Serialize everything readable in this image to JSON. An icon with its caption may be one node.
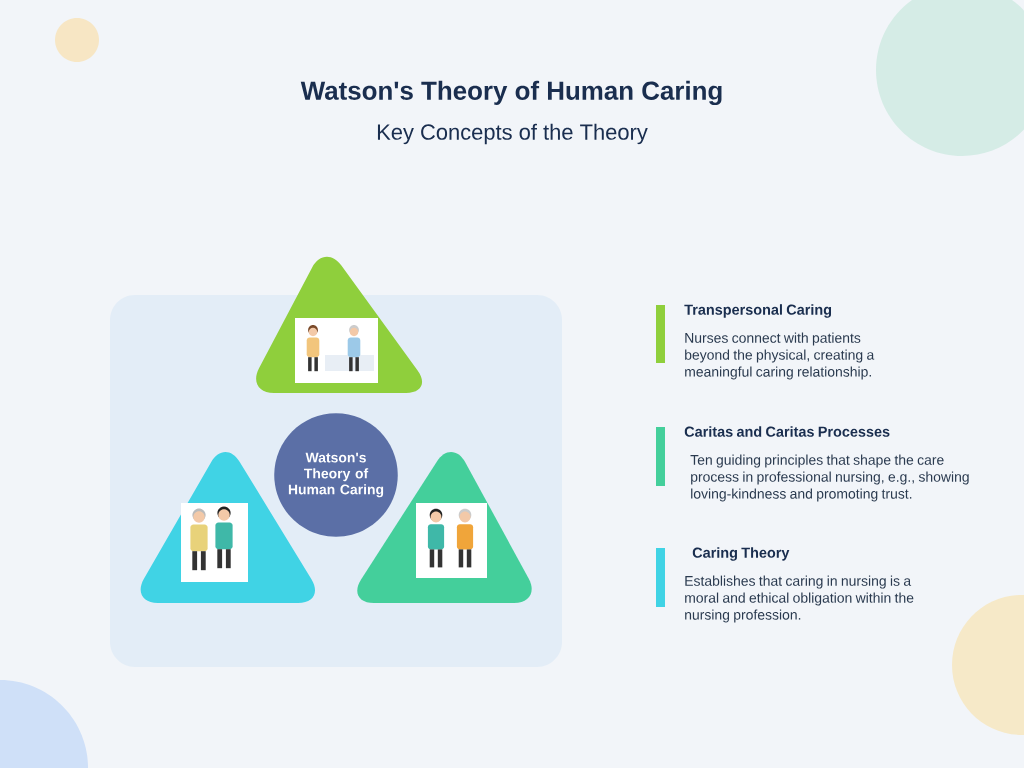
{
  "diagram": {
    "title": "Watson's Theory of Human Caring",
    "nodes": [
      {
        "text": [],
        "shape": "triangle"
      },
      {
        "text": [],
        "shape": "triangle"
      },
      {
        "text": [],
        "shape": "triangle"
      },
      {
        "text": [
          "Watson's Theory of Human Caring"
        ]
      },
      {
        "text": [
          "Transpersonal Caring",
          "Nurses connect with patients beyond the physical, creating a meaningful caring relationship."
        ]
      },
      {
        "text": [
          "Caritas and Caritas Processes",
          "Ten guiding principles that shape the care process in professional nursing, e.g., showing loving-kindness and promoting trust."
        ]
      },
      {
        "text": [
          "Caring Theory",
          "Establishes that caring in nursing is a moral and ethical obligation within the nursing profession."
        ]
      }
    ],
    "labels": [
      "Key Concepts of the Theory"
    ]
  }
}
